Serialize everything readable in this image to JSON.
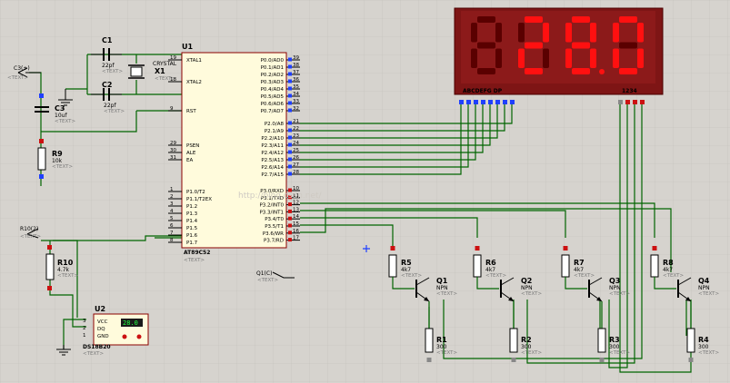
{
  "display": {
    "digits": [
      "",
      "2",
      "8",
      "0"
    ],
    "segments_label": "ABCDEFG  DP",
    "digit_pins_label": "1234",
    "color_on": "#ff1010",
    "color_off": "#5a0000"
  },
  "mcu": {
    "ref": "U1",
    "part": "AT89C52",
    "text": "<TEXT>",
    "left_pins_top": [
      {
        "num": "19",
        "name": "XTAL1"
      },
      {
        "num": "18",
        "name": "XTAL2"
      },
      {
        "num": "9",
        "name": "RST"
      },
      {
        "num": "29",
        "name": "PSEN"
      },
      {
        "num": "30",
        "name": "ALE"
      },
      {
        "num": "31",
        "name": "EA"
      }
    ],
    "left_pins_p1": [
      {
        "num": "1",
        "name": "P1.0/T2"
      },
      {
        "num": "2",
        "name": "P1.1/T2EX"
      },
      {
        "num": "3",
        "name": "P1.2"
      },
      {
        "num": "4",
        "name": "P1.3"
      },
      {
        "num": "5",
        "name": "P1.4"
      },
      {
        "num": "6",
        "name": "P1.5"
      },
      {
        "num": "7",
        "name": "P1.6"
      },
      {
        "num": "8",
        "name": "P1.7"
      }
    ],
    "right_pins_p0": [
      {
        "num": "39",
        "name": "P0.0/AD0"
      },
      {
        "num": "38",
        "name": "P0.1/AD1"
      },
      {
        "num": "37",
        "name": "P0.2/AD2"
      },
      {
        "num": "36",
        "name": "P0.3/AD3"
      },
      {
        "num": "35",
        "name": "P0.4/AD4"
      },
      {
        "num": "34",
        "name": "P0.5/AD5"
      },
      {
        "num": "33",
        "name": "P0.6/AD6"
      },
      {
        "num": "32",
        "name": "P0.7/AD7"
      }
    ],
    "right_pins_p2": [
      {
        "num": "21",
        "name": "P2.0/A8"
      },
      {
        "num": "22",
        "name": "P2.1/A9"
      },
      {
        "num": "23",
        "name": "P2.2/A10"
      },
      {
        "num": "24",
        "name": "P2.3/A11"
      },
      {
        "num": "25",
        "name": "P2.4/A12"
      },
      {
        "num": "26",
        "name": "P2.5/A13"
      },
      {
        "num": "27",
        "name": "P2.6/A14"
      },
      {
        "num": "28",
        "name": "P2.7/A15"
      }
    ],
    "right_pins_p3": [
      {
        "num": "10",
        "name": "P3.0/RXD"
      },
      {
        "num": "11",
        "name": "P3.1/TXD"
      },
      {
        "num": "12",
        "name": "P3.2/INT0"
      },
      {
        "num": "13",
        "name": "P3.3/INT1"
      },
      {
        "num": "14",
        "name": "P3.4/T0"
      },
      {
        "num": "15",
        "name": "P3.5/T1"
      },
      {
        "num": "16",
        "name": "P3.6/WR"
      },
      {
        "num": "17",
        "name": "P3.7/RD"
      }
    ]
  },
  "components": {
    "c1": {
      "ref": "C1",
      "value": "22pf",
      "text": "<TEXT>"
    },
    "c2": {
      "ref": "C2",
      "value": "22pf",
      "text": "<TEXT>"
    },
    "x1": {
      "ref": "X1",
      "value": "CRYSTAL",
      "text": "<TEXT>"
    },
    "c3": {
      "ref": "C3",
      "value": "10uf",
      "text": "<TEXT>"
    },
    "c3_net": "C3(+)",
    "r9": {
      "ref": "R9",
      "value": "10k",
      "text": "<TEXT>"
    },
    "r10": {
      "ref": "R10",
      "value": "4.7k",
      "text": "<TEXT>"
    },
    "r10_net": "R10(2)",
    "u2": {
      "ref": "U2",
      "part": "DS18B20",
      "text": "<TEXT>",
      "pins": [
        "VCC",
        "DQ",
        "GND"
      ],
      "pin_nums": [
        "3",
        "2",
        "1"
      ],
      "reading": "28.0"
    },
    "q1_net": "Q1(C)",
    "transistors": [
      {
        "ref": "Q1",
        "type": "NPN",
        "text": "<TEXT>"
      },
      {
        "ref": "Q2",
        "type": "NPN",
        "text": "<TEXT>"
      },
      {
        "ref": "Q3",
        "type": "NPN",
        "text": "<TEXT>"
      },
      {
        "ref": "Q4",
        "type": "NPN",
        "text": "<TEXT>"
      }
    ],
    "base_resistors": [
      {
        "ref": "R5",
        "value": "4k7",
        "text": "<TEXT>"
      },
      {
        "ref": "R6",
        "value": "4k7",
        "text": "<TEXT>"
      },
      {
        "ref": "R7",
        "value": "4k7",
        "text": "<TEXT>"
      },
      {
        "ref": "R8",
        "value": "4k7",
        "text": "<TEXT>"
      }
    ],
    "emitter_resistors": [
      {
        "ref": "R1",
        "value": "300",
        "text": "<TEXT>"
      },
      {
        "ref": "R2",
        "value": "300",
        "text": "<TEXT>"
      },
      {
        "ref": "R3",
        "value": "300",
        "text": "<TEXT>"
      },
      {
        "ref": "R4",
        "value": "300",
        "text": "<TEXT>"
      }
    ]
  }
}
